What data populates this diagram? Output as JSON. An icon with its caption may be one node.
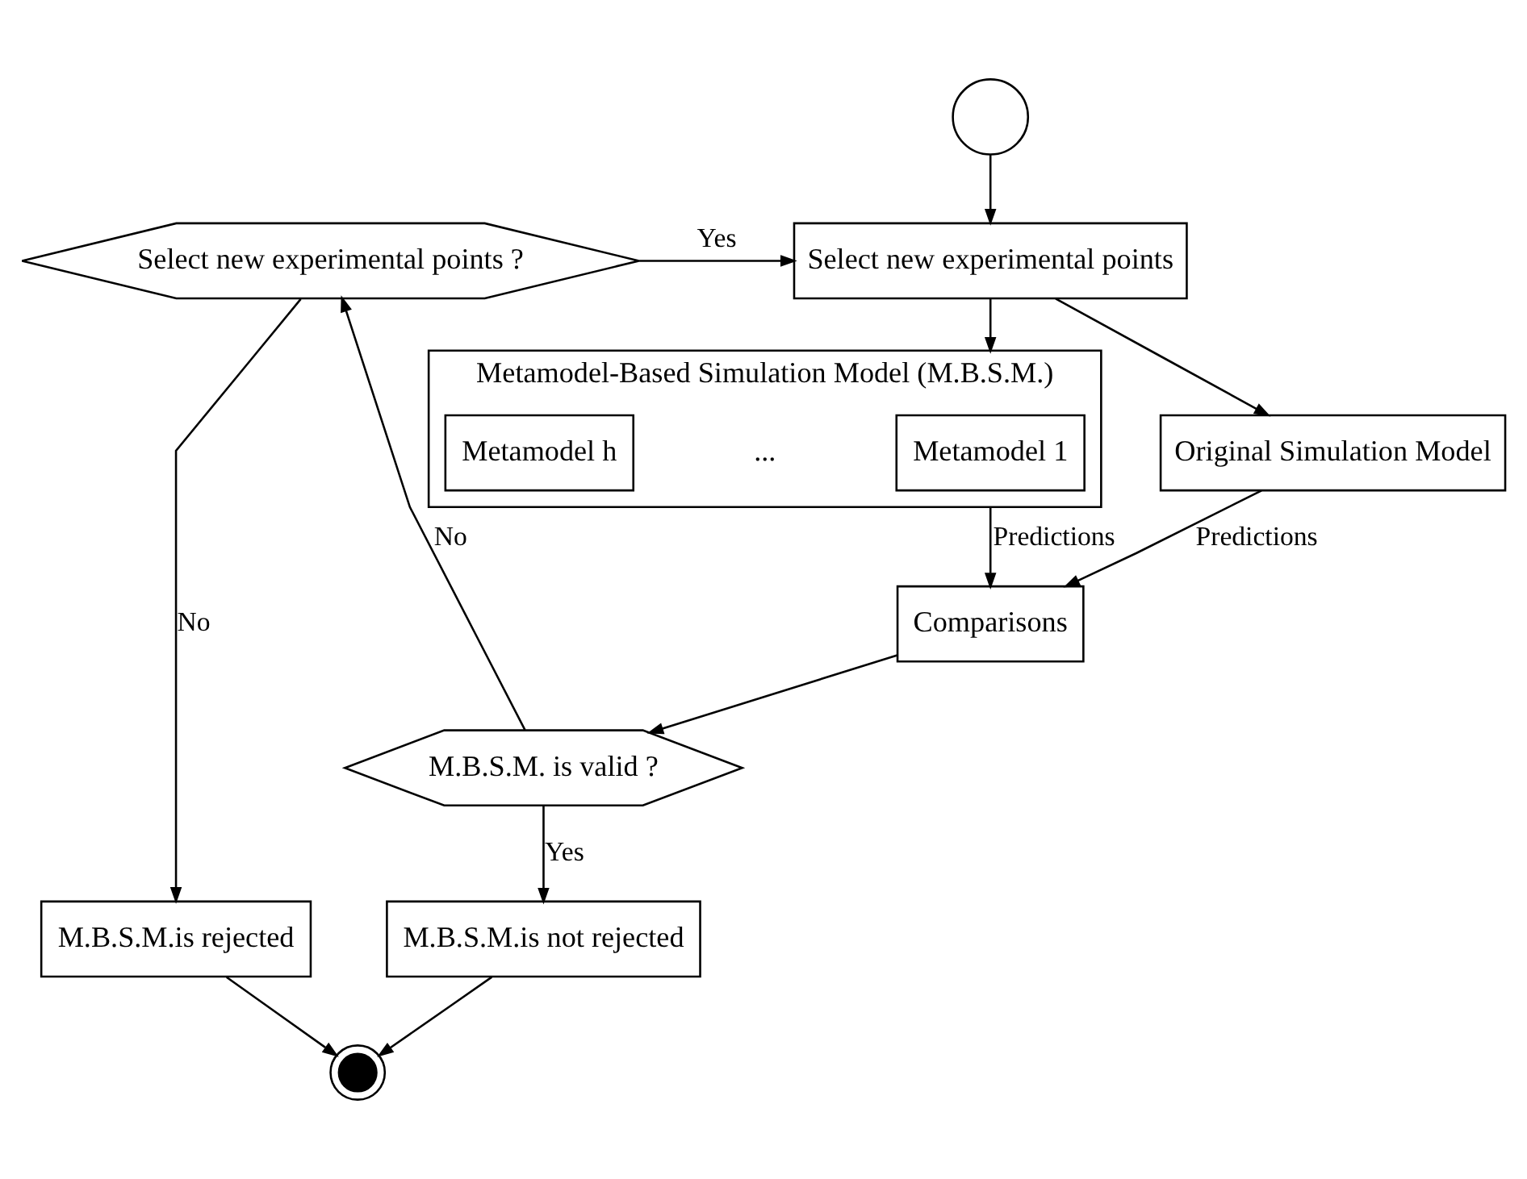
{
  "diagram": {
    "nodes": [
      {
        "text": [],
        "shape": "circle"
      },
      {
        "text": [
          "Select new experimental points"
        ]
      },
      {
        "text": [
          "Select new experimental points ?"
        ]
      },
      {
        "text": [
          "Metamodel-Based Simulation Model (M.B.S.M.)"
        ]
      },
      {
        "text": [
          "Metamodel 1"
        ],
        "in": 3
      },
      {
        "text": [
          "..."
        ],
        "in": 3
      },
      {
        "text": [
          "Metamodel h"
        ],
        "in": 3
      },
      {
        "text": [
          "Original Simulation Model"
        ]
      },
      {
        "text": [
          "Comparisons"
        ]
      },
      {
        "text": [
          "M.B.S.M. is valid ?"
        ]
      },
      {
        "text": [
          "M.B.S.M.is not rejected"
        ]
      },
      {
        "text": [
          "M.B.S.M.is rejected"
        ]
      },
      {
        "text": [],
        "shape": "circle"
      }
    ],
    "edges": [
      {
        "from": 0,
        "to": 1,
        "arrow": "to"
      },
      {
        "from": 2,
        "to": 1,
        "arrow": "to",
        "label": "Yes"
      },
      {
        "from": 2,
        "to": 11,
        "arrow": "to",
        "label": "No"
      },
      {
        "from": 1,
        "to": 3,
        "arrow": "to"
      },
      {
        "from": 1,
        "to": 7,
        "arrow": "to"
      },
      {
        "from": 3,
        "to": 8,
        "arrow": "to",
        "label": "Predictions"
      },
      {
        "from": 7,
        "to": 8,
        "arrow": "to",
        "label": "Predictions"
      },
      {
        "from": 8,
        "to": 9,
        "arrow": "to"
      },
      {
        "from": 9,
        "to": 2,
        "arrow": "to",
        "label": "No"
      },
      {
        "from": 9,
        "to": 10,
        "arrow": "to",
        "label": "Yes"
      },
      {
        "from": 10,
        "to": 12,
        "arrow": "to"
      },
      {
        "from": 11,
        "to": 12,
        "arrow": "to"
      }
    ]
  }
}
